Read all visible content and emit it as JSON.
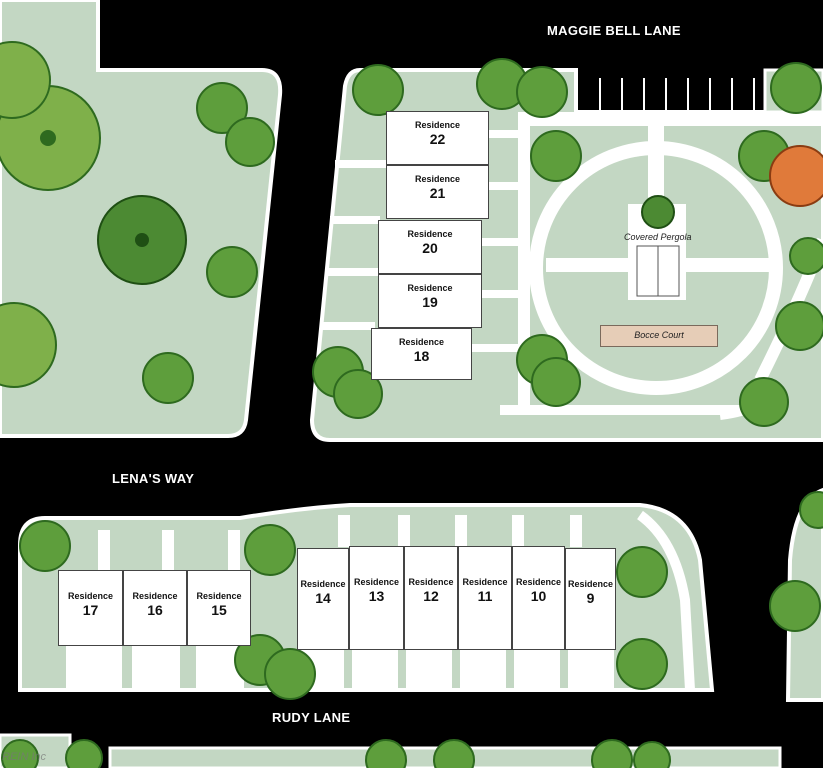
{
  "streets": {
    "maggie_bell": "MAGGIE BELL LANE",
    "lenas_way": "LENA'S WAY",
    "rudy_lane": "RUDY LANE"
  },
  "amenities": {
    "pergola": "Covered Pergola",
    "bocce": "Bocce Court"
  },
  "residence_word": "Residence",
  "residences": {
    "r9": "9",
    "r10": "10",
    "r11": "11",
    "r12": "12",
    "r13": "13",
    "r14": "14",
    "r15": "15",
    "r16": "16",
    "r17": "17",
    "r18": "18",
    "r19": "19",
    "r20": "20",
    "r21": "21",
    "r22": "22"
  },
  "watermark": "REIN Inc",
  "colors": {
    "road": "#000000",
    "lawn": "#c3d7c3",
    "sidewalk": "#ffffff",
    "tree": "#5e9e3c",
    "tree_dark": "#2e6a1f",
    "autumn_tree": "#e07a3a",
    "bocce": "#e6cdb7"
  },
  "icons": {
    "tree": "tree-icon",
    "autumn_tree": "autumn-tree-icon"
  }
}
